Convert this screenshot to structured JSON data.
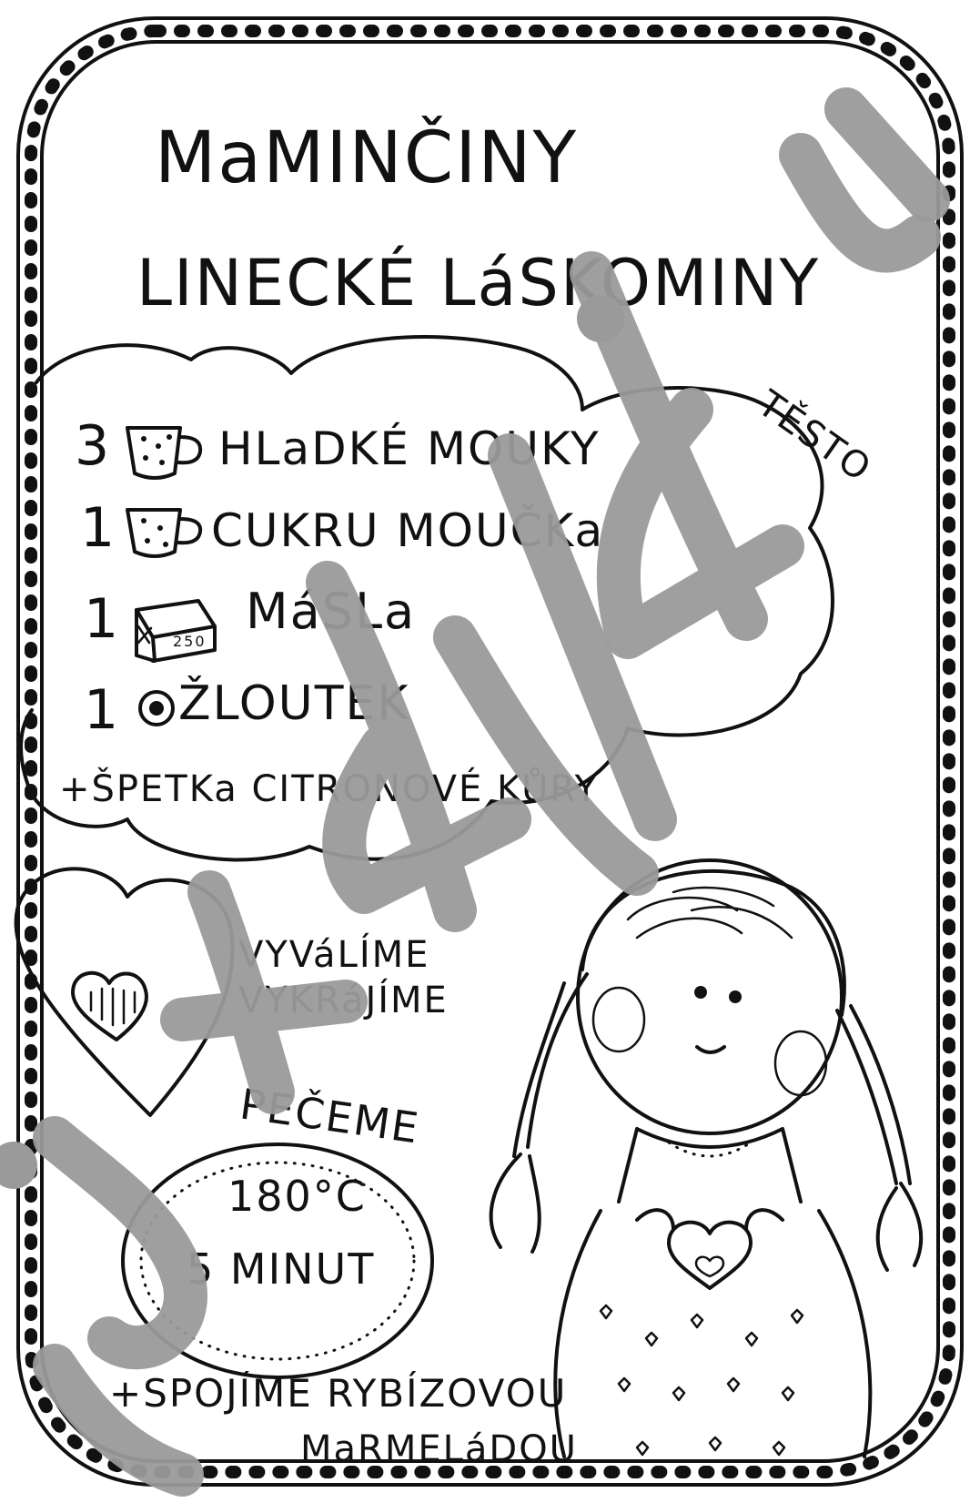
{
  "title": {
    "line1": "MaMINČINY",
    "line2": "LINECKÉ LáSKOMINY"
  },
  "dough_label": "TĚSTO",
  "ingredients": [
    {
      "qty": "3",
      "unit_icon": "cup-dotted-icon",
      "name": "HLaDKÉ MOUKY"
    },
    {
      "qty": "1",
      "unit_icon": "cup-dotted-icon",
      "name": "CUKRU MOUČKa"
    },
    {
      "qty": "1",
      "unit_icon": "butter-pack-icon",
      "unit_text": "250",
      "name": "MáSLa"
    },
    {
      "qty": "1",
      "unit_icon": "egg-yolk-icon",
      "name": "ŽLOUTEK"
    }
  ],
  "extra": "+ŠPETKa CITRONOVÉ KŮRY",
  "steps": {
    "roll": "VYVáLÍME",
    "cut": "VYKRáJÍME",
    "bake": "PEČEME",
    "temperature": "180°C",
    "time": "5 MINUT"
  },
  "footer": {
    "line1": "+SPOJÍME RYBÍZOVOU",
    "line2": "MaRMELáDOU"
  },
  "colors": {
    "ink": "#111111",
    "watermark": "#9a9a9a",
    "paper": "#ffffff"
  }
}
